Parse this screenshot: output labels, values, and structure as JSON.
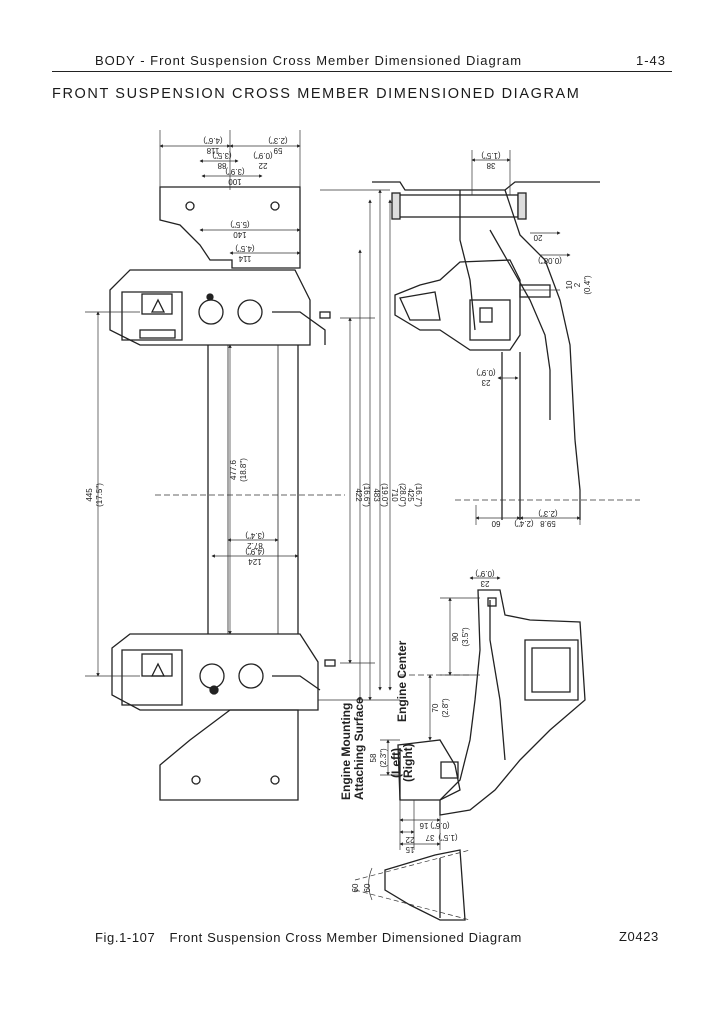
{
  "header": {
    "section_title": "BODY - Front Suspension Cross Member Dimensioned Diagram",
    "page_number": "1-43"
  },
  "heading": "FRONT SUSPENSION CROSS MEMBER DIMENSIONED DIAGRAM",
  "caption": {
    "figure_number": "Fig.1-107",
    "figure_title": "Front Suspension Cross Member Dimensioned Diagram",
    "code": "Z0423"
  },
  "labels": {
    "engine_mounting": "Engine Mounting",
    "attaching_surface": "Attaching Surface",
    "engine_center": "Engine Center",
    "left": "(Left)",
    "right": "(Right)"
  },
  "dimensions": {
    "d118": "118",
    "d118_in": "(4.6\")",
    "d59": "59",
    "d59_in": "(2.3\")",
    "d22": "22",
    "d22_in": "(0.9\")",
    "d88": "88",
    "d88_in": "(3.5\")",
    "d100": "100",
    "d100_in": "(3.9\")",
    "d140": "140",
    "d140_in": "(5.5\")",
    "d114": "114",
    "d114_in": "(4.5\")",
    "d445": "445",
    "d445_in": "(17.5\")",
    "d477": "477.6",
    "d477_in": "(18.8\")",
    "d87": "87.2",
    "d87_in": "(3.4\")",
    "d124": "124",
    "d124_in": "(4.9\")",
    "d422": "422",
    "d422_in": "(16.6\")",
    "d483": "483",
    "d483_in": "(19.0\")",
    "d710": "710",
    "d710_in": "(28.0\")",
    "d425": "425",
    "d425_in": "(16.7\")",
    "d38": "38",
    "d38_in": "(1.5\")",
    "d20": "20",
    "d10": "10",
    "d10_in": "(0.4\")",
    "d2": "2",
    "d2_in": "(0.08\")",
    "d23": "23",
    "d23_in": "(0.9\")",
    "d60": "60",
    "d60_in": "(2.4\")",
    "d59b": "59.8",
    "d59b_in": "(2.3\")",
    "d23b": "23",
    "d23b_in": "(0.9\")",
    "d90": "90",
    "d90_in": "(3.5\")",
    "d70": "70",
    "d70_in": "(2.8\")",
    "d58": "58",
    "d58_in": "(2.3\")",
    "d16": "16",
    "d16_in": "(0.6\")",
    "d37": "37",
    "d37_in": "(1.5\")",
    "d15": "15",
    "d22b": "22",
    "d60a": "60",
    "d60b": "60"
  }
}
